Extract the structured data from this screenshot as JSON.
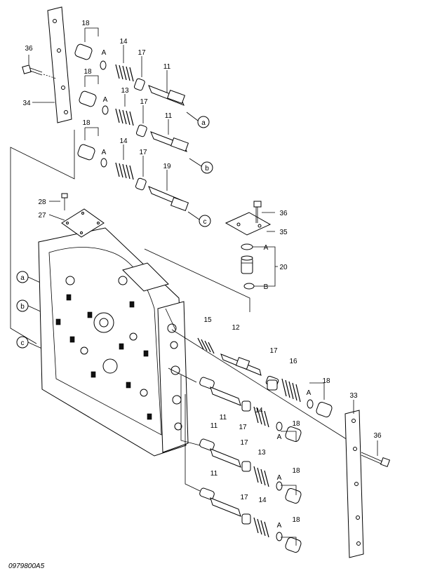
{
  "drawing_ref": "0979800A5",
  "callouts": {
    "n36": "36",
    "n34": "34",
    "n18": "18",
    "n14": "14",
    "n13": "13",
    "n17": "17",
    "n11": "11",
    "n19": "19",
    "n28": "28",
    "n27": "27",
    "n35": "35",
    "n20": "20",
    "n15": "15",
    "n12": "12",
    "n16": "16",
    "n33": "33"
  },
  "port_letters": {
    "A": "A",
    "B": "B"
  },
  "circle_refs": {
    "a": "a",
    "b": "b",
    "c": "c"
  }
}
